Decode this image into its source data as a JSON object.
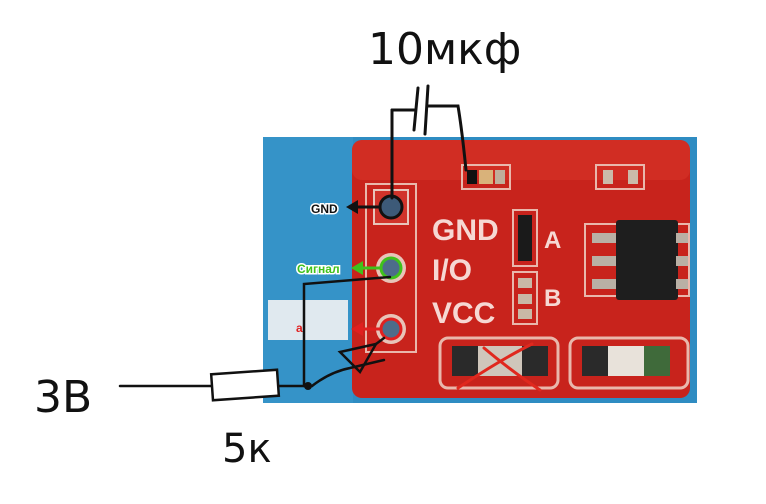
{
  "annotations": {
    "capacitor_value": "10мкф",
    "supply_voltage": "3В",
    "resistor_value": "5к",
    "gnd_label": "GND",
    "signal_label": "Сигнал",
    "vcc_label": "а"
  },
  "board": {
    "silkscreen": {
      "gnd": "GND",
      "io": "I/O",
      "vcc": "VCC",
      "jumper_a": "A",
      "jumper_b": "B"
    }
  },
  "colors": {
    "pcb_red": "#c8231c",
    "background_blue": "#2f8cc2",
    "gnd_arrow": "#111111",
    "signal_arrow": "#3fc21b",
    "vcc_arrow": "#e02020",
    "cross_mark": "#e0281e",
    "wire": "#111111"
  }
}
